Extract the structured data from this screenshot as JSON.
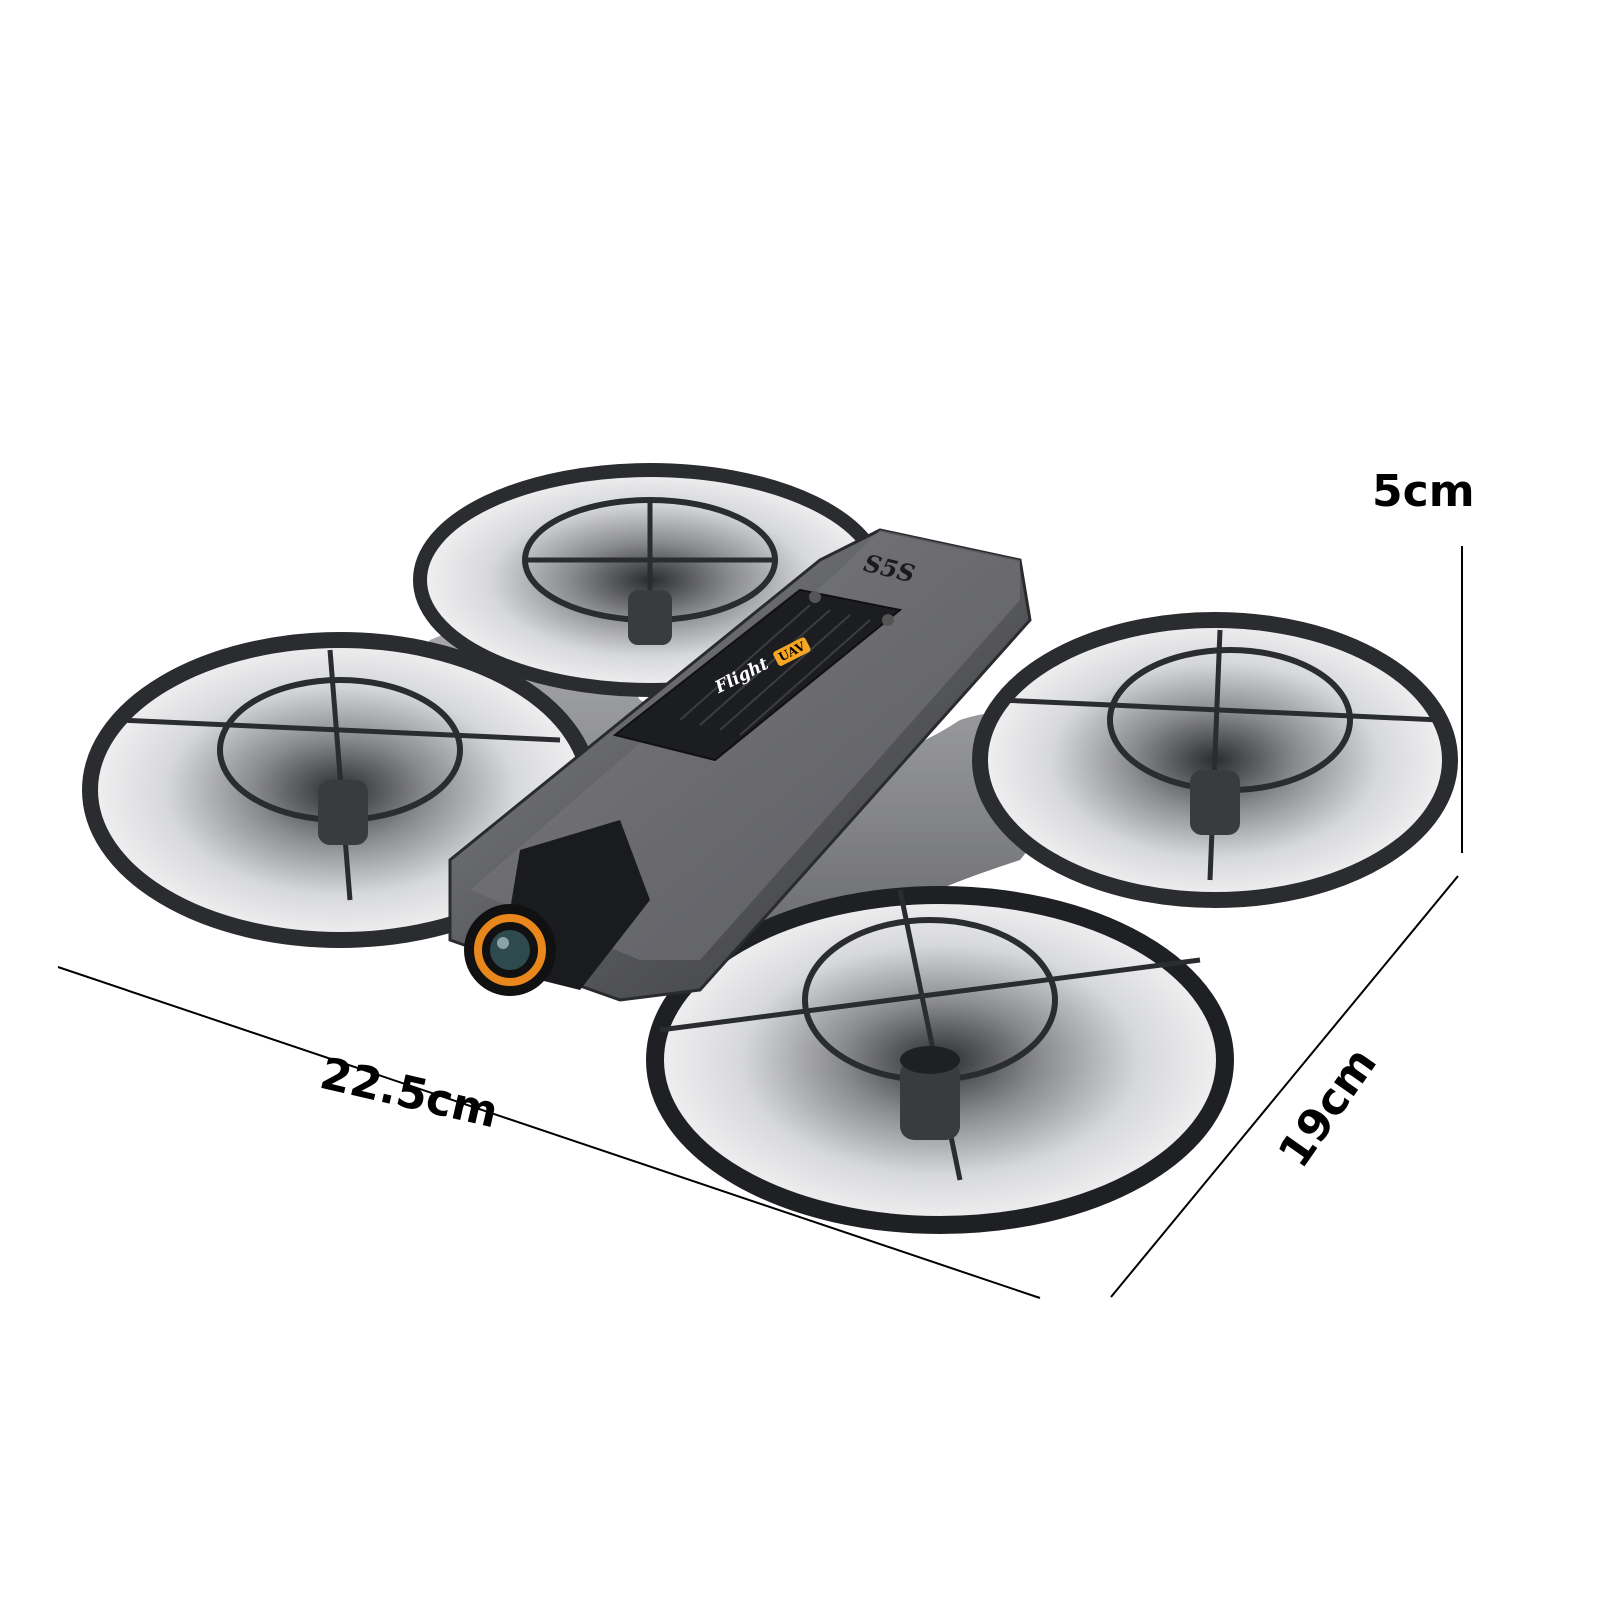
{
  "dimensions": {
    "height_label": "5cm",
    "width_label": "22.5cm",
    "depth_label": "19cm"
  },
  "product": {
    "brand_text": "Flight",
    "brand_badge": "UAV",
    "model_text": "S5S"
  },
  "colors": {
    "background": "#ffffff",
    "body_dark": "#3a3b3e",
    "body_mid": "#6d6e72",
    "guard": "#2b2c2f",
    "lens_ring": "#e8871c",
    "badge": "#f5a623",
    "dimension_line": "#000000"
  }
}
